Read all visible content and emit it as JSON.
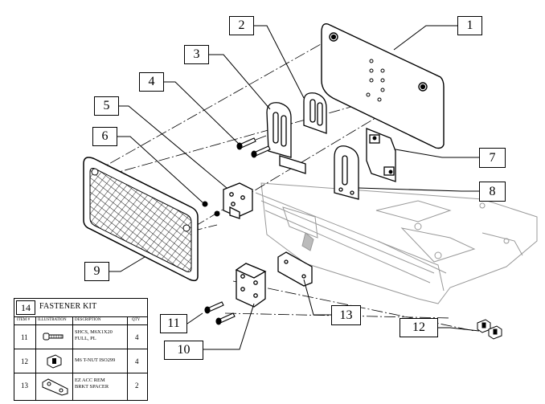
{
  "callouts": {
    "c1": "1",
    "c2": "2",
    "c3": "3",
    "c4": "4",
    "c5": "5",
    "c6": "6",
    "c7": "7",
    "c8": "8",
    "c9": "9",
    "c10": "10",
    "c11": "11",
    "c12": "12",
    "c13": "13"
  },
  "fastener_kit": {
    "item_number": "14",
    "title": "FASTENER KIT",
    "headers": {
      "item": "ITEM #",
      "illustration": "ILLUSTRATION",
      "description": "DESCRIPTION",
      "qty": "QTY"
    },
    "rows": [
      {
        "item": "11",
        "description_line1": "SHCS, M6X1X20",
        "description_line2": "FULL, PL",
        "qty": "4"
      },
      {
        "item": "12",
        "description_line1": "M6 T-NUT ISO299",
        "description_line2": "",
        "qty": "4"
      },
      {
        "item": "13",
        "description_line1": "EZ ACC REM",
        "description_line2": "BRKT SPACER",
        "qty": "2"
      }
    ]
  }
}
